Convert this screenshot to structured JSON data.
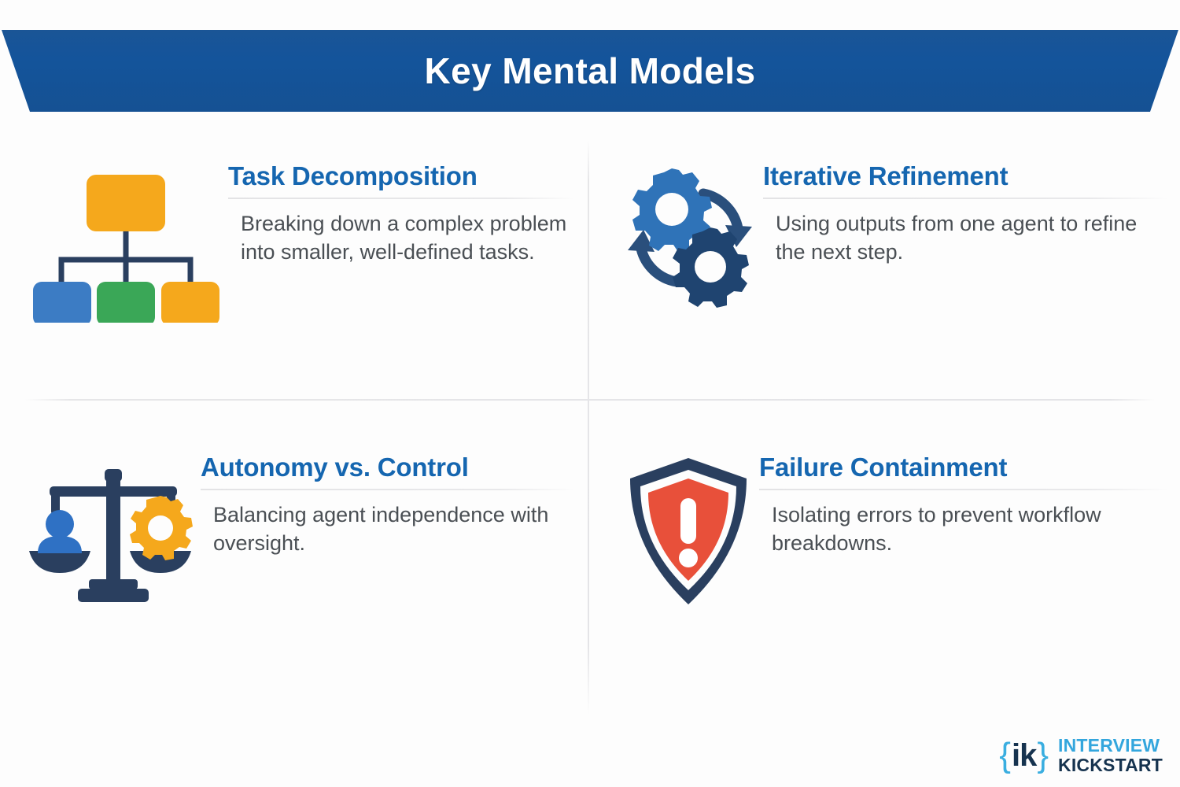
{
  "header": {
    "title": "Key Mental Models",
    "bg_color": "#14549b",
    "text_color": "#ffffff"
  },
  "theme": {
    "title_blue": "#1566b0",
    "body_gray": "#4a4f54",
    "divider_gray": "#e4e4e7",
    "orange": "#f5a81c",
    "green": "#3aa757",
    "blue": "#3c7cc4",
    "navy": "#2a3f5f",
    "red": "#e8503a",
    "page_bg": "#fdfdfd"
  },
  "cards": [
    {
      "id": "task-decomposition",
      "icon": "hierarchy-tree-icon",
      "title": "Task Decomposition",
      "body": "Breaking down a complex problem into smaller, well-defined tasks."
    },
    {
      "id": "iterative-refinement",
      "icon": "gears-cycle-icon",
      "title": "Iterative Refinement",
      "body": "Using outputs from one agent to refine the next step."
    },
    {
      "id": "autonomy-vs-control",
      "icon": "balance-scale-icon",
      "title": "Autonomy vs. Control",
      "body": "Balancing agent independence with oversight."
    },
    {
      "id": "failure-containment",
      "icon": "shield-alert-icon",
      "title": "Failure Containment",
      "body": "Isolating errors to prevent workflow breakdowns."
    }
  ],
  "logo": {
    "mark_open": "{",
    "mark_text": "ik",
    "mark_close": "}",
    "line1": "INTERVIEW",
    "line2": "KICKSTART",
    "accent_color": "#33a6dd",
    "dark_color": "#16334f"
  }
}
